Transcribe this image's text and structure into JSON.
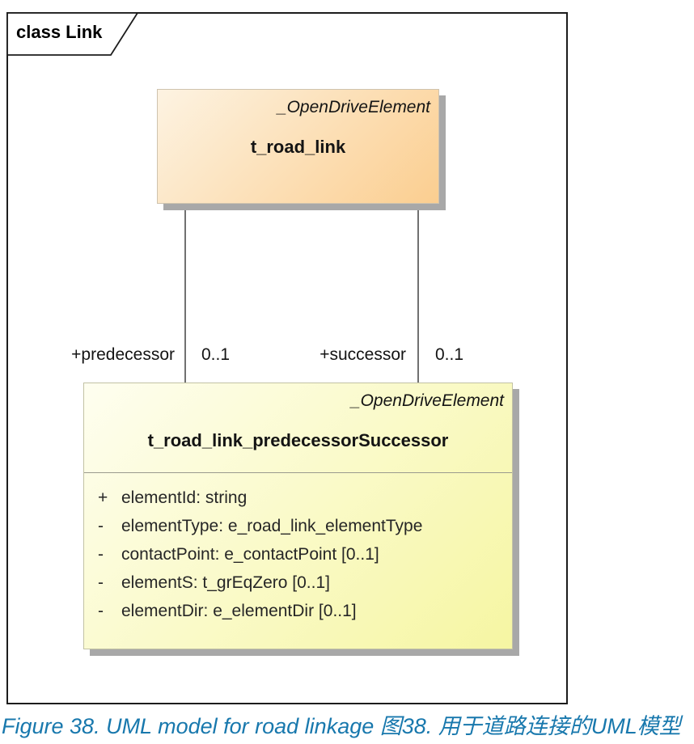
{
  "frame": {
    "label": "class Link"
  },
  "orange_class": {
    "stereotype": "_OpenDriveElement",
    "name": "t_road_link"
  },
  "yellow_class": {
    "stereotype": "_OpenDriveElement",
    "name": "t_road_link_predecessorSuccessor",
    "attributes": [
      {
        "visibility": "+",
        "text": "elementId: string"
      },
      {
        "visibility": "-",
        "text": "elementType: e_road_link_elementType"
      },
      {
        "visibility": "-",
        "text": "contactPoint: e_contactPoint [0..1]"
      },
      {
        "visibility": "-",
        "text": "elementS: t_grEqZero [0..1]"
      },
      {
        "visibility": "-",
        "text": "elementDir: e_elementDir [0..1]"
      }
    ]
  },
  "associations": [
    {
      "role": "+predecessor",
      "multiplicity": "0..1"
    },
    {
      "role": "+successor",
      "multiplicity": "0..1"
    }
  ],
  "caption": "Figure 38. UML model for road linkage 图38. 用于道路连接的UML模型",
  "colors": {
    "orange-grad-start": "#fdf3e2",
    "orange-grad-end": "#fbce90",
    "yellow-grad-start": "#fefef0",
    "yellow-grad-end": "#f6f6a2",
    "shadow": "#a8a8a8",
    "caption-blue": "#1878ad",
    "line": "#4d4d4d",
    "frame-border": "#1c1c1c"
  }
}
